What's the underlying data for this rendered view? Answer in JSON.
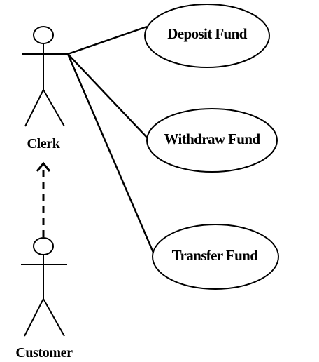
{
  "actors": {
    "clerk": {
      "label": "Clerk"
    },
    "customer": {
      "label": "Customer"
    }
  },
  "use_cases": [
    {
      "label": "Deposit Fund"
    },
    {
      "label": "Withdraw Fund"
    },
    {
      "label": "Transfer Fund"
    }
  ],
  "colors": {
    "line": "#000000",
    "background": "#ffffff"
  }
}
